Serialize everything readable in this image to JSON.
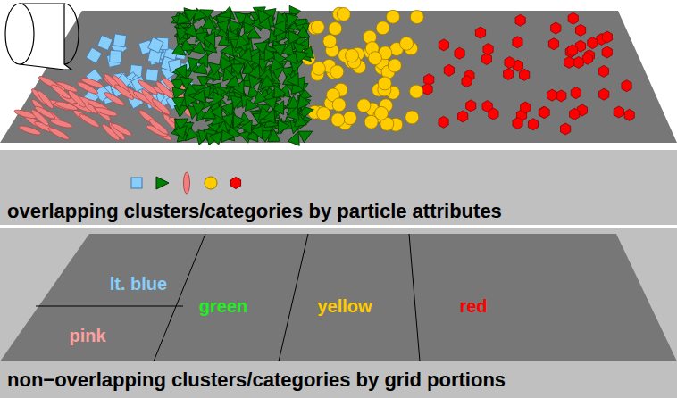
{
  "diagram": {
    "nodes": [
      {
        "text": [
          "overlapping clusters/categories by particle attributes"
        ]
      },
      {
        "text": [
          "non−overlapping clusters/categories by grid portions"
        ]
      }
    ],
    "labels": [
      "lt. blue",
      "green",
      "yellow",
      "red",
      "pink"
    ]
  }
}
